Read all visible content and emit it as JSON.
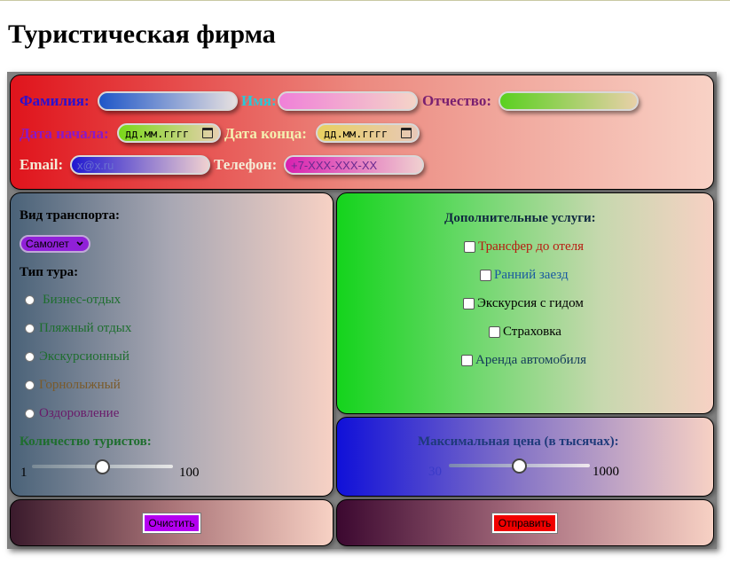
{
  "page": {
    "title": "Туристическая фирма"
  },
  "personal": {
    "surname_label": "Фамилия:",
    "name_label": "Имя:",
    "patronymic_label": "Отчество:",
    "start_date_label": "Дата начала:",
    "start_date_placeholder": "дд.мм.гггг",
    "end_date_label": "Дата конца:",
    "end_date_placeholder": "дд.мм.гггг",
    "email_label": "Email:",
    "email_placeholder": "x@x.ru",
    "phone_label": "Телефон:",
    "phone_placeholder": "+7-XXX-XXX-XX"
  },
  "transport": {
    "label": "Вид транспорта:",
    "selected": "Самолет"
  },
  "tour_type": {
    "label": "Тип тура:",
    "options": [
      {
        "label": "Бизнес-отдых",
        "color": "#1e6e2e"
      },
      {
        "label": "Пляжный отдых",
        "color": "#1e6e2e"
      },
      {
        "label": "Экскурсионный",
        "color": "#1e6e2e"
      },
      {
        "label": "Горнолыжный",
        "color": "#7a5a2a"
      },
      {
        "label": "Оздоровление",
        "color": "#6a1a6a"
      }
    ]
  },
  "tourists": {
    "label": "Количество туристов:",
    "min": "1",
    "max": "100",
    "value_fraction": 0.5
  },
  "extras": {
    "label": "Дополнительные услуги:",
    "items": [
      {
        "label": "Трансфер до отеля",
        "color": "#b81c10"
      },
      {
        "label": "Ранний заезд",
        "color": "#1a5aa0"
      },
      {
        "label": "Экскурсия с гидом",
        "color": "#000000"
      },
      {
        "label": "Страховка",
        "color": "#000000"
      },
      {
        "label": "Аренда автомобиля",
        "color": "#123a5a"
      }
    ]
  },
  "price": {
    "label": "Максимальная цена (в тысячах):",
    "min": "30",
    "max": "1000",
    "value_fraction": 0.5
  },
  "buttons": {
    "clear_label": "Очистить",
    "send_label": "Отправить"
  },
  "colors": {
    "clear_button": "#b400f0",
    "send_button": "#f00000"
  }
}
